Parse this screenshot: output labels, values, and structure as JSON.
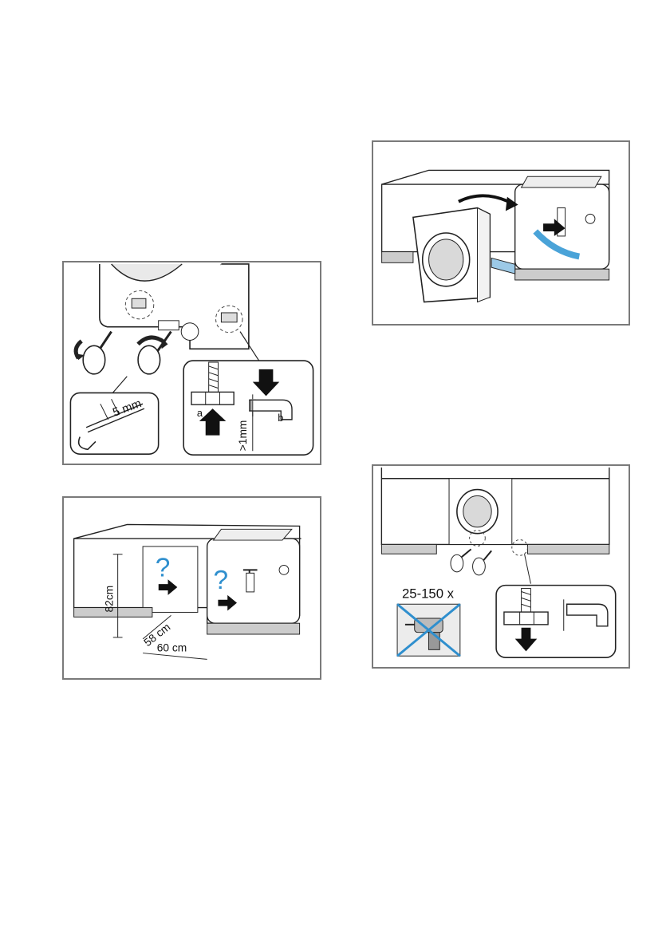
{
  "figures": {
    "adjust_feet": {
      "thread_length": "5 mm",
      "callout_a": "a",
      "callout_b": "b",
      "clearance": ">1mm"
    },
    "niche_dimensions": {
      "height": "82cm",
      "depth": "58 cm",
      "width": "60 cm",
      "question_marks": [
        "?",
        "?"
      ],
      "accent_color": "#2f8fce"
    },
    "slide_in": {
      "hose_color": "#4aa3d8"
    },
    "final_adjust": {
      "turns": "25-150 x",
      "cordless_drill_icon": "drill-icon",
      "prohibited_mark": "cross-out"
    }
  }
}
